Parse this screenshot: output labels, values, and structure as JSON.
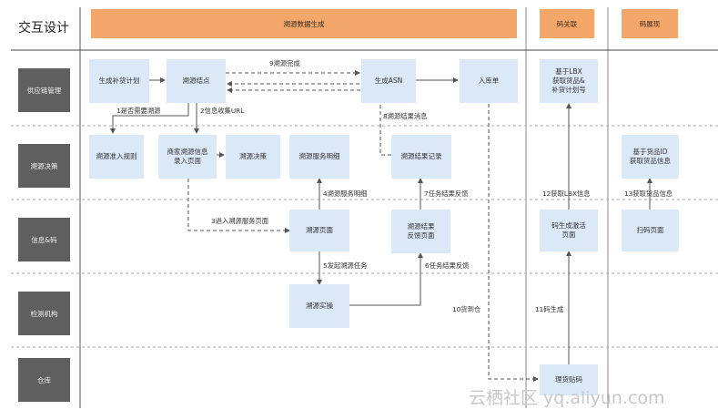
{
  "title": "交互设计",
  "headers": {
    "main": "溯源数据生成",
    "code_link": "码关联",
    "code_display": "码展现"
  },
  "lanes": [
    "供应链管理",
    "溯源决策",
    "信息&码",
    "检测机构",
    "仓库"
  ],
  "boxes": {
    "replenish_plan": "生成补货计划",
    "trace_node": "溯源结点",
    "gen_asn": "生成ASN",
    "inbound_order": "入库单",
    "get_goods": "基于LBX\n获取货品&\n补货计划号",
    "trace_rules": "溯源准入规则",
    "merchant_entry": "商家溯源信息\n录入页面",
    "trace_decision": "溯源决策",
    "service_detail": "溯源服务明细",
    "trace_record": "溯源结果记录",
    "goods_by_id": "基于货品ID\n获取货品信息",
    "trace_page": "溯源页面",
    "feedback_page": "溯源结果\n反馈页面",
    "code_activate": "码生成激活\n页面",
    "scan_page": "扫码页面",
    "trace_exec": "溯源实操",
    "label_attach": "理货贴码"
  },
  "edges": {
    "e1": "1是否需要溯源",
    "e2": "2信息收集URL",
    "e3": "3进入溯源服务页面",
    "e4": "4溯源服务明细",
    "e5": "5发起溯源任务",
    "e6": "6任务结果反馈",
    "e7": "7任务结果反馈",
    "e8": "8溯源结果消息",
    "e9": "9溯源完成",
    "e10": "10货到仓",
    "e11": "11码生成",
    "e12": "12获取LBX信息",
    "e13": "13获取货品信息"
  },
  "watermark": "云栖社区 yq.aliyun.com"
}
